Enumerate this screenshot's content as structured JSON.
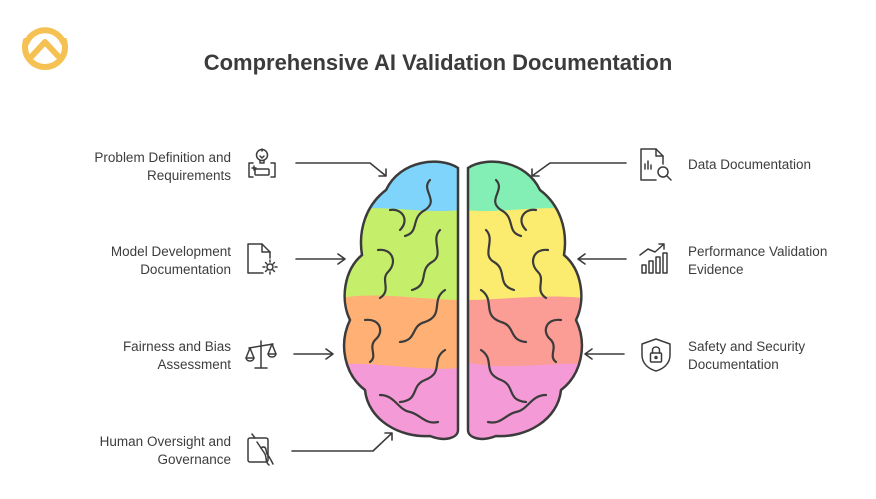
{
  "title": "Comprehensive AI Validation Documentation",
  "colors": {
    "accent": "#f5c152",
    "outline": "#3b3b3b",
    "lobe_blue": "#7fd4fb",
    "lobe_lime": "#c5ef6b",
    "lobe_orange": "#ffb074",
    "lobe_pink": "#f49ad6",
    "lobe_mint": "#83efb4",
    "lobe_yellow": "#fbeb6e",
    "lobe_salmon": "#fb9c95"
  },
  "left_items": [
    {
      "line1": "Problem Definition and",
      "line2": "Requirements",
      "icon": "lightbulb-icon"
    },
    {
      "line1": "Model Development",
      "line2": "Documentation",
      "icon": "document-gear-icon"
    },
    {
      "line1": "Fairness and Bias",
      "line2": "Assessment",
      "icon": "balance-scale-icon"
    },
    {
      "line1": "Human Oversight and",
      "line2": "Governance",
      "icon": "hand-touch-icon"
    }
  ],
  "right_items": [
    {
      "line1": "Data Documentation",
      "line2": "",
      "icon": "document-search-icon"
    },
    {
      "line1": "Performance Validation",
      "line2": "Evidence",
      "icon": "growth-chart-icon"
    },
    {
      "line1": "Safety and Security",
      "line2": "Documentation",
      "icon": "shield-lock-icon"
    }
  ]
}
